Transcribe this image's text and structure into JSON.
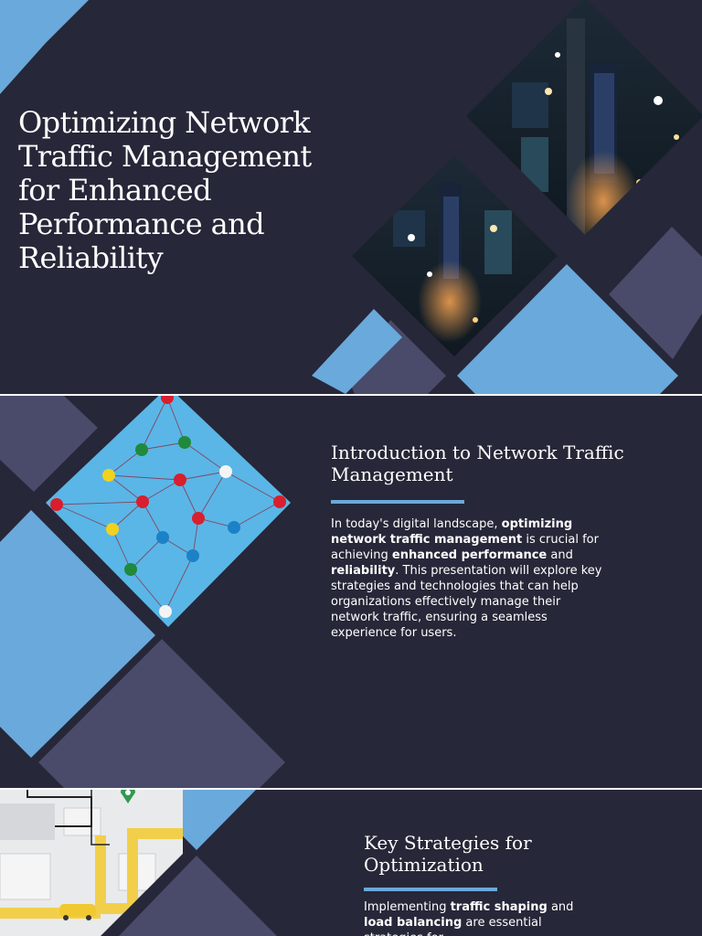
{
  "colors": {
    "background": "#262738",
    "accent_blue": "#6aa9db",
    "slate": "#4a4a6a",
    "separator": "#ffffff"
  },
  "slide1": {
    "title": "Optimizing Network Traffic Management for Enhanced Performance and Reliability",
    "image": "aerial-port-night-photo"
  },
  "slide2": {
    "heading": "Introduction to Network Traffic Management",
    "image": "pushpin-network-photo",
    "body": [
      {
        "text": "In today's digital landscape, ",
        "bold": false
      },
      {
        "text": "optimizing network traffic management",
        "bold": true
      },
      {
        "text": " is crucial for achieving ",
        "bold": false
      },
      {
        "text": "enhanced performance",
        "bold": true
      },
      {
        "text": " and ",
        "bold": false
      },
      {
        "text": "reliability",
        "bold": true
      },
      {
        "text": ". This presentation will explore key strategies and technologies that can help organizations effectively manage their network traffic, ensuring a seamless experience for users.",
        "bold": false
      }
    ]
  },
  "slide3": {
    "heading": "Key Strategies for Optimization",
    "image": "map-navigation-illustration",
    "body_visible": [
      {
        "text": "Implementing ",
        "bold": false
      },
      {
        "text": "traffic shaping",
        "bold": true
      },
      {
        "text": " and ",
        "bold": false
      },
      {
        "text": "load balancing",
        "bold": true
      },
      {
        "text": " are essential strategies for",
        "bold": false
      }
    ]
  }
}
